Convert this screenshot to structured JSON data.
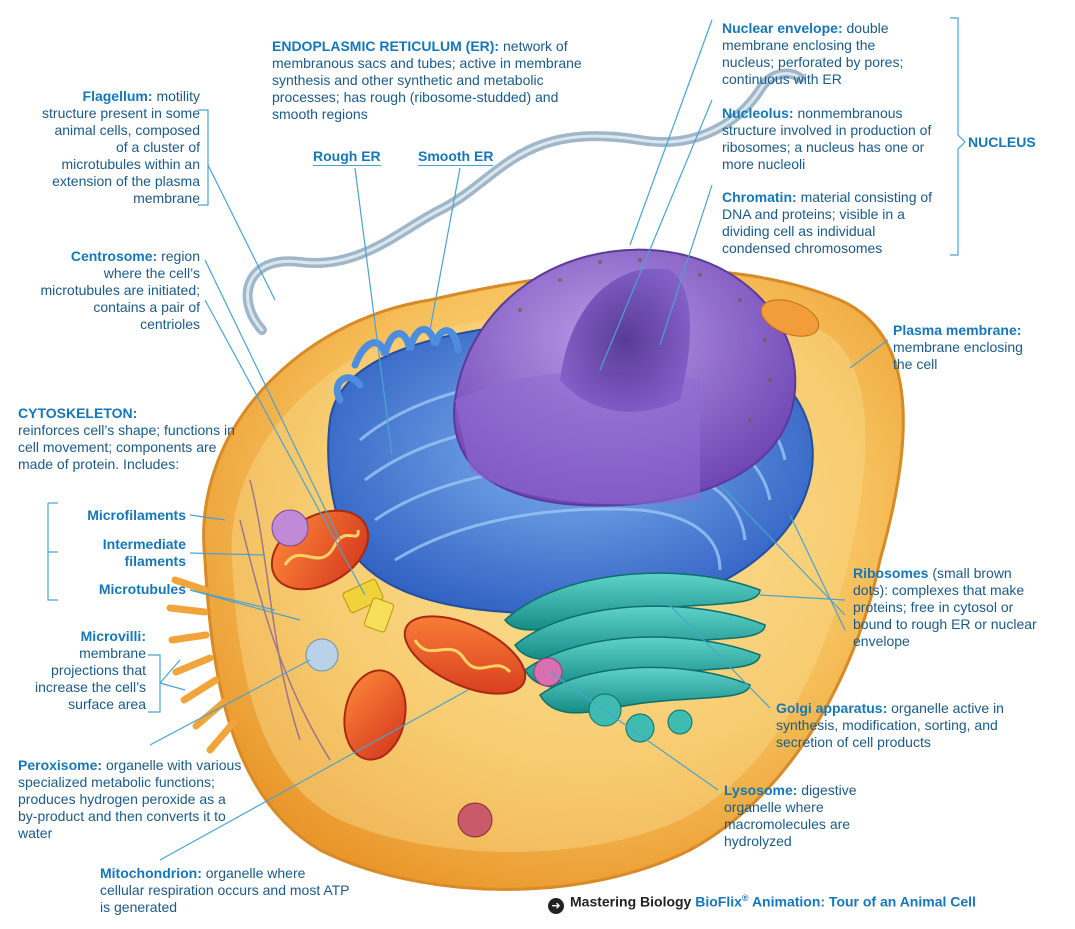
{
  "labels": {
    "er": {
      "title": "ENDOPLASMIC RETICULUM (ER):",
      "text": "network of membranous sacs and tubes; active in membrane synthesis and other synthetic and metabolic processes; has rough (ribosome-studded) and smooth regions",
      "rough": "Rough ER",
      "smooth": "Smooth ER"
    },
    "flagellum": {
      "title": "Flagellum:",
      "text": "motility structure present in some animal cells, composed of a cluster of microtubules within an extension of the plasma membrane"
    },
    "centrosome": {
      "title": "Centrosome:",
      "text": "region where the cell’s microtubules are initiated; contains a pair of centrioles"
    },
    "cytoskeleton": {
      "title": "CYTOSKELETON:",
      "text": "reinforces cell’s shape; functions in cell movement; components are made of protein. Includes:",
      "microfilaments": "Microfilaments",
      "intermediate": "Intermediate filaments",
      "microtubules": "Microtubules"
    },
    "microvilli": {
      "title": "Microvilli:",
      "text": "membrane projections that increase the cell’s surface area"
    },
    "peroxisome": {
      "title": "Peroxisome:",
      "text": "organelle with various specialized metabolic functions; produces hydrogen peroxide as a by-product and then converts it to water"
    },
    "mitochondrion": {
      "title": "Mitochondrion:",
      "text": "organelle where cellular respiration occurs and most ATP is generated"
    },
    "nuclear_envelope": {
      "title": "Nuclear envelope:",
      "text": "double membrane enclosing the nucleus; perforated by pores; continuous with ER"
    },
    "nucleolus": {
      "title": "Nucleolus:",
      "text": "nonmembranous structure involved in production of ribosomes; a nucleus has one or more nucleoli"
    },
    "chromatin": {
      "title": "Chromatin:",
      "text": "material consisting of DNA and proteins; visible in a dividing cell as individual condensed chromosomes"
    },
    "nucleus": "NUCLEUS",
    "plasma_membrane": {
      "title": "Plasma membrane:",
      "text": "membrane enclosing the cell"
    },
    "ribosomes": {
      "title": "Ribosomes",
      "text": "(small brown dots): complexes that make proteins; free in cytosol or bound to rough ER or nuclear envelope"
    },
    "golgi": {
      "title": "Golgi apparatus:",
      "text": "organelle active in synthesis, modification, sorting, and secretion of cell products"
    },
    "lysosome": {
      "title": "Lysosome:",
      "text": "digestive organelle where macromolecules are hydrolyzed"
    }
  },
  "footer": {
    "brand": "Mastering Biology",
    "bioflix": "BioFlix",
    "reg": "®",
    "animation": "Animation: Tour of an Animal Cell"
  },
  "colors": {
    "label_blue": "#1577b9",
    "leader_line": "#4aa3cf",
    "cell_yellow": "#f4b24a",
    "er_blue": "#3f7fd9",
    "nucleus_purple": "#8a5cc8",
    "mito_red": "#e5532a",
    "golgi_teal": "#1aa39a"
  }
}
